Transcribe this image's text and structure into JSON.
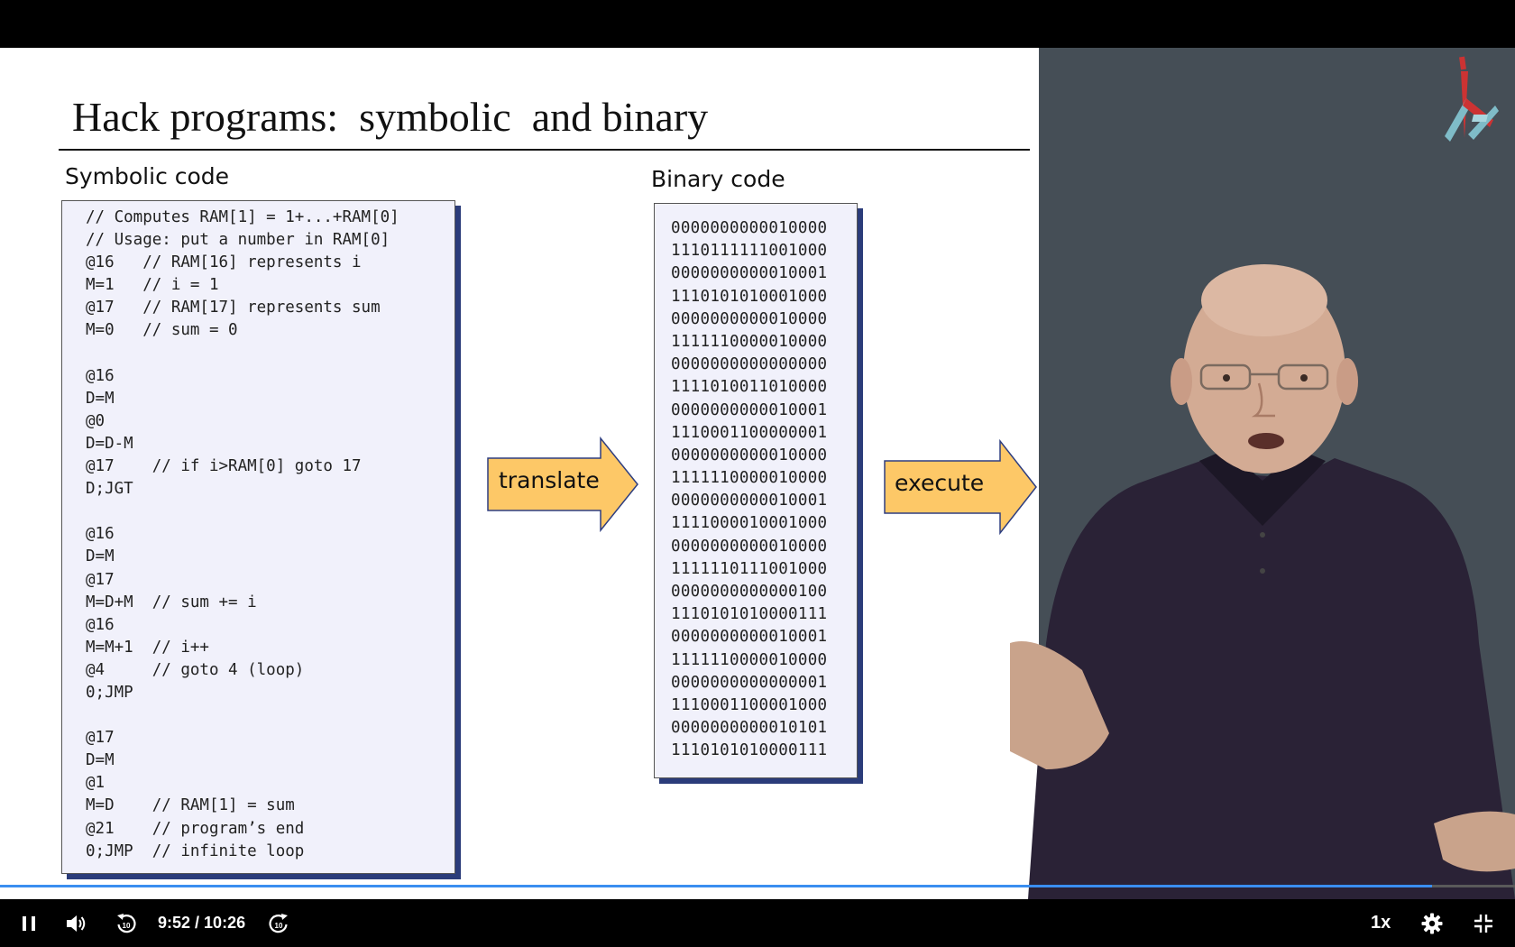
{
  "slide": {
    "title": "Hack programs:  symbolic  and binary",
    "symbolic_label": "Symbolic code",
    "binary_label": "Binary code",
    "translate_label": "translate",
    "execute_label": "execute",
    "symbolic_lines": [
      "// Computes RAM[1] = 1+...+RAM[0]",
      "// Usage: put a number in RAM[0]",
      "@16   // RAM[16] represents i",
      "M=1   // i = 1",
      "@17   // RAM[17] represents sum",
      "M=0   // sum = 0",
      "",
      "@16",
      "D=M",
      "@0",
      "D=D-M",
      "@17    // if i>RAM[0] goto 17",
      "D;JGT",
      "",
      "@16",
      "D=M",
      "@17",
      "M=D+M  // sum += i",
      "@16",
      "M=M+1  // i++",
      "@4     // goto 4 (loop)",
      "0;JMP",
      "",
      "@17",
      "D=M",
      "@1",
      "M=D    // RAM[1] = sum",
      "@21    // program’s end",
      "0;JMP  // infinite loop"
    ],
    "binary_lines": [
      "0000000000010000",
      "1110111111001000",
      "0000000000010001",
      "1110101010001000",
      "0000000000010000",
      "1111110000010000",
      "0000000000000000",
      "1111010011010000",
      "0000000000010001",
      "1110001100000001",
      "0000000000010000",
      "1111110000010000",
      "0000000000010001",
      "1111000010001000",
      "0000000000010000",
      "1111110111001000",
      "0000000000000100",
      "1110101010000111",
      "0000000000010001",
      "1111110000010000",
      "0000000000000001",
      "1110001100001000",
      "0000000000010101",
      "1110101010000111"
    ]
  },
  "player": {
    "current_time": "9:52",
    "duration": "10:26",
    "time_separator": " / ",
    "speed": "1x",
    "progress_fraction": 0.945,
    "icons": [
      "pause-icon",
      "volume-icon",
      "rewind-10-icon",
      "forward-10-icon",
      "settings-icon",
      "exit-fullscreen-icon"
    ],
    "skip_seconds": "10"
  },
  "colors": {
    "arrow_fill": "#fdc867",
    "arrow_stroke": "#2e3e80",
    "panel_bg": "#f1f1fb",
    "panel_shadow": "#2b3c7a",
    "presenter_bg": "#454e56",
    "progress_fill": "#3a8ef0"
  }
}
